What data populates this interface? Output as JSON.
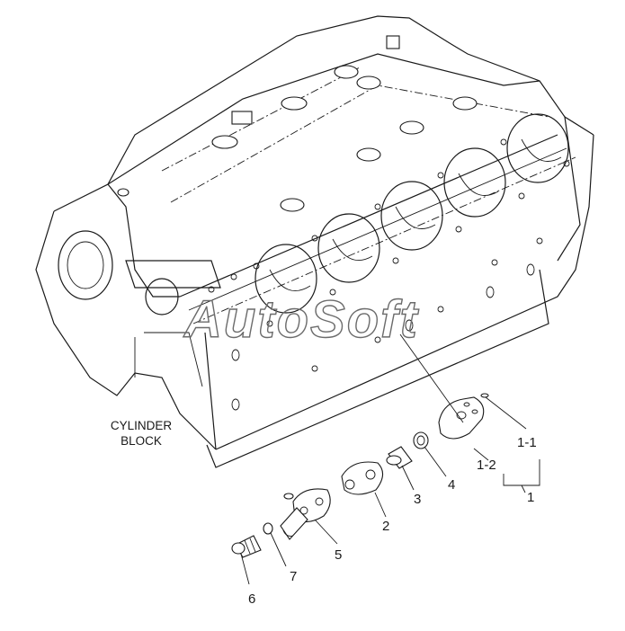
{
  "caption": {
    "line1": "CYLINDER",
    "line2": "BLOCK"
  },
  "watermark": "AutoSoft",
  "callouts": {
    "c1_1": "1-1",
    "c1_2": "1-2",
    "c1": "1",
    "c2": "2",
    "c3": "3",
    "c4": "4",
    "c5": "5",
    "c6": "6",
    "c7": "7"
  }
}
